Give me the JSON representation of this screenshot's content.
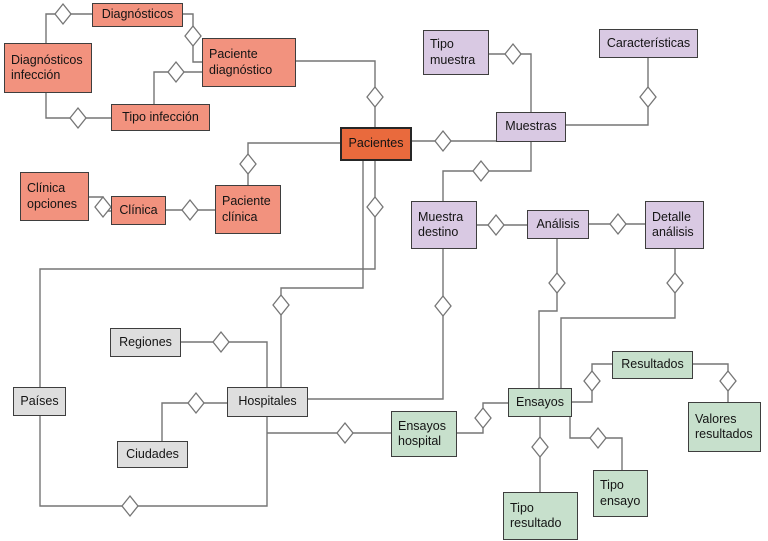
{
  "diagram": {
    "type": "entity-relationship-diagram",
    "colors": {
      "salmon_fill": "#F2927E",
      "orange_fill": "#E96A3D",
      "purple_fill": "#D9C9E3",
      "gray_fill": "#DEDEDE",
      "green_fill": "#C7E0CC",
      "line": "#757575",
      "diamond_fill": "#ffffff",
      "box_border": "#3e3e3e"
    },
    "entities": [
      {
        "id": "diagnosticos",
        "label": "Diagnósticos",
        "color_group": "salmon"
      },
      {
        "id": "diagnosticos-infeccion",
        "label": "Diagnósticos infección",
        "color_group": "salmon"
      },
      {
        "id": "paciente-diagnostico",
        "label": "Paciente diagnóstico",
        "color_group": "salmon"
      },
      {
        "id": "tipo-infeccion",
        "label": "Tipo infección",
        "color_group": "salmon"
      },
      {
        "id": "clinica-opciones",
        "label": "Clínica opciones",
        "color_group": "salmon"
      },
      {
        "id": "clinica",
        "label": "Clínica",
        "color_group": "salmon"
      },
      {
        "id": "paciente-clinica",
        "label": "Paciente clínica",
        "color_group": "salmon"
      },
      {
        "id": "pacientes",
        "label": "Pacientes",
        "color_group": "orange"
      },
      {
        "id": "tipo-muestra",
        "label": "Tipo muestra",
        "color_group": "purple"
      },
      {
        "id": "caracteristicas",
        "label": "Características",
        "color_group": "purple"
      },
      {
        "id": "muestras",
        "label": "Muestras",
        "color_group": "purple"
      },
      {
        "id": "muestra-destino",
        "label": "Muestra destino",
        "color_group": "purple"
      },
      {
        "id": "analisis",
        "label": "Análisis",
        "color_group": "purple"
      },
      {
        "id": "detalle-analisis",
        "label": "Detalle análisis",
        "color_group": "purple"
      },
      {
        "id": "regiones",
        "label": "Regiones",
        "color_group": "gray"
      },
      {
        "id": "paises",
        "label": "Países",
        "color_group": "gray"
      },
      {
        "id": "hospitales",
        "label": "Hospitales",
        "color_group": "gray"
      },
      {
        "id": "ciudades",
        "label": "Ciudades",
        "color_group": "gray"
      },
      {
        "id": "ensayos-hospital",
        "label": "Ensayos hospital",
        "color_group": "green"
      },
      {
        "id": "ensayos",
        "label": "Ensayos",
        "color_group": "green"
      },
      {
        "id": "resultados",
        "label": "Resultados",
        "color_group": "green"
      },
      {
        "id": "valores-resultados",
        "label": "Valores resultados",
        "color_group": "green"
      },
      {
        "id": "tipo-resultado",
        "label": "Tipo resultado",
        "color_group": "green"
      },
      {
        "id": "tipo-ensayo",
        "label": "Tipo ensayo",
        "color_group": "green"
      }
    ],
    "relationships": [
      {
        "between": [
          "diagnosticos-infeccion",
          "diagnosticos"
        ]
      },
      {
        "between": [
          "diagnosticos",
          "paciente-diagnostico"
        ]
      },
      {
        "between": [
          "tipo-infeccion",
          "paciente-diagnostico"
        ]
      },
      {
        "between": [
          "diagnosticos-infeccion",
          "tipo-infeccion"
        ]
      },
      {
        "between": [
          "paciente-diagnostico",
          "pacientes"
        ]
      },
      {
        "between": [
          "pacientes",
          "paciente-clinica"
        ]
      },
      {
        "between": [
          "clinica-opciones",
          "clinica"
        ]
      },
      {
        "between": [
          "clinica",
          "paciente-clinica"
        ]
      },
      {
        "between": [
          "pacientes",
          "muestras"
        ]
      },
      {
        "between": [
          "tipo-muestra",
          "muestras"
        ]
      },
      {
        "between": [
          "caracteristicas",
          "muestras"
        ]
      },
      {
        "between": [
          "muestras",
          "muestra-destino"
        ]
      },
      {
        "between": [
          "muestra-destino",
          "analisis"
        ]
      },
      {
        "between": [
          "analisis",
          "detalle-analisis"
        ]
      },
      {
        "between": [
          "pacientes",
          "paises"
        ]
      },
      {
        "between": [
          "pacientes",
          "hospitales"
        ]
      },
      {
        "between": [
          "regiones",
          "hospitales"
        ]
      },
      {
        "between": [
          "ciudades",
          "hospitales"
        ]
      },
      {
        "between": [
          "paises",
          "hospitales"
        ]
      },
      {
        "between": [
          "hospitales",
          "ensayos-hospital"
        ]
      },
      {
        "between": [
          "hospitales",
          "muestra-destino"
        ]
      },
      {
        "between": [
          "ensayos-hospital",
          "ensayos"
        ]
      },
      {
        "between": [
          "analisis",
          "ensayos"
        ]
      },
      {
        "between": [
          "detalle-analisis",
          "ensayos"
        ]
      },
      {
        "between": [
          "ensayos",
          "resultados"
        ]
      },
      {
        "between": [
          "resultados",
          "valores-resultados"
        ]
      },
      {
        "between": [
          "ensayos",
          "tipo-resultado"
        ]
      },
      {
        "between": [
          "ensayos",
          "tipo-ensayo"
        ]
      }
    ]
  }
}
